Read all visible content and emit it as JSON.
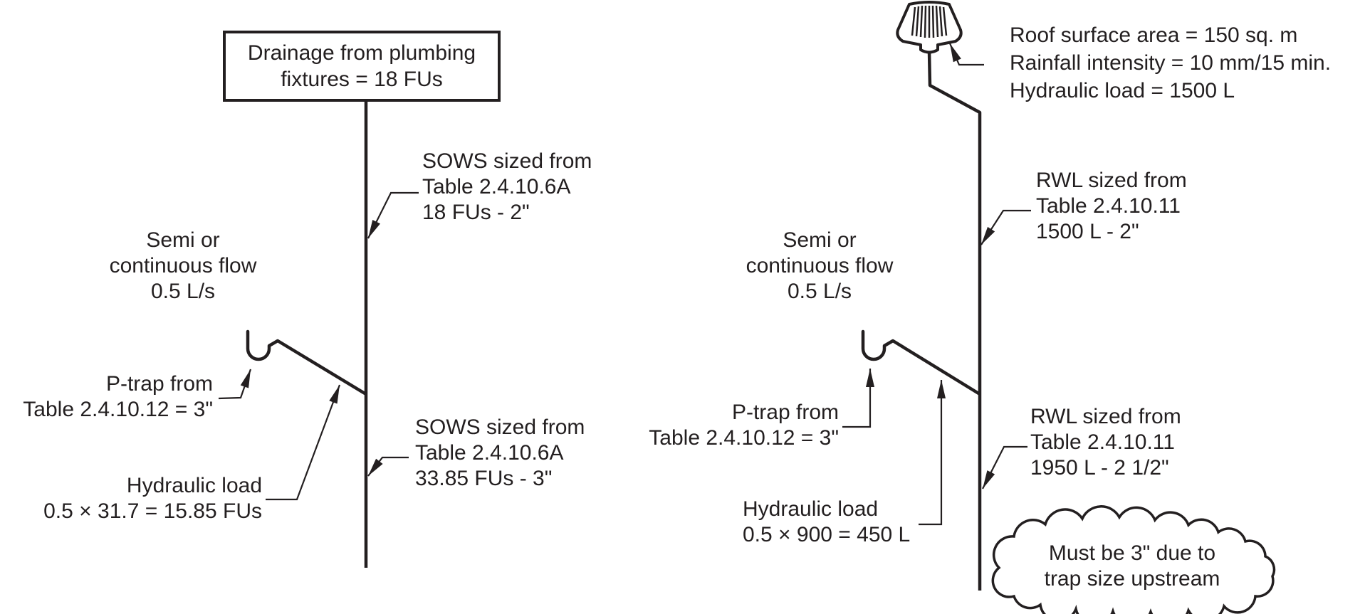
{
  "colors": {
    "ink": "#231f20",
    "background": "#ffffff"
  },
  "left_diagram": {
    "source_box": "Drainage from plumbing\nfixtures = 18 FUs",
    "sows_upper": "SOWS sized from\nTable 2.4.10.6A\n18 FUs - 2\"",
    "flow_note": "Semi or\ncontinuous flow\n0.5 L/s",
    "ptrap_note": "P-trap from\nTable 2.4.10.12 = 3\"",
    "hydraulic_note": "Hydraulic load\n0.5 × 31.7 = 15.85 FUs",
    "sows_lower": "SOWS sized from\nTable 2.4.10.6A\n33.85 FUs - 3\""
  },
  "right_diagram": {
    "roof_info": "Roof surface area = 150 sq. m\nRainfall intensity = 10 mm/15 min.\nHydraulic load = 1500 L",
    "rwl_upper": "RWL sized from\nTable 2.4.10.11\n1500 L - 2\"",
    "flow_note": "Semi or\ncontinuous flow\n0.5 L/s",
    "ptrap_note": "P-trap from\nTable 2.4.10.12 = 3\"",
    "hydraulic_note": "Hydraulic load\n0.5 × 900 = 450 L",
    "rwl_lower": "RWL sized from\nTable 2.4.10.11\n1950 L - 2 1/2\"",
    "cloud_note": "Must be 3\" due to\ntrap size upstream"
  }
}
